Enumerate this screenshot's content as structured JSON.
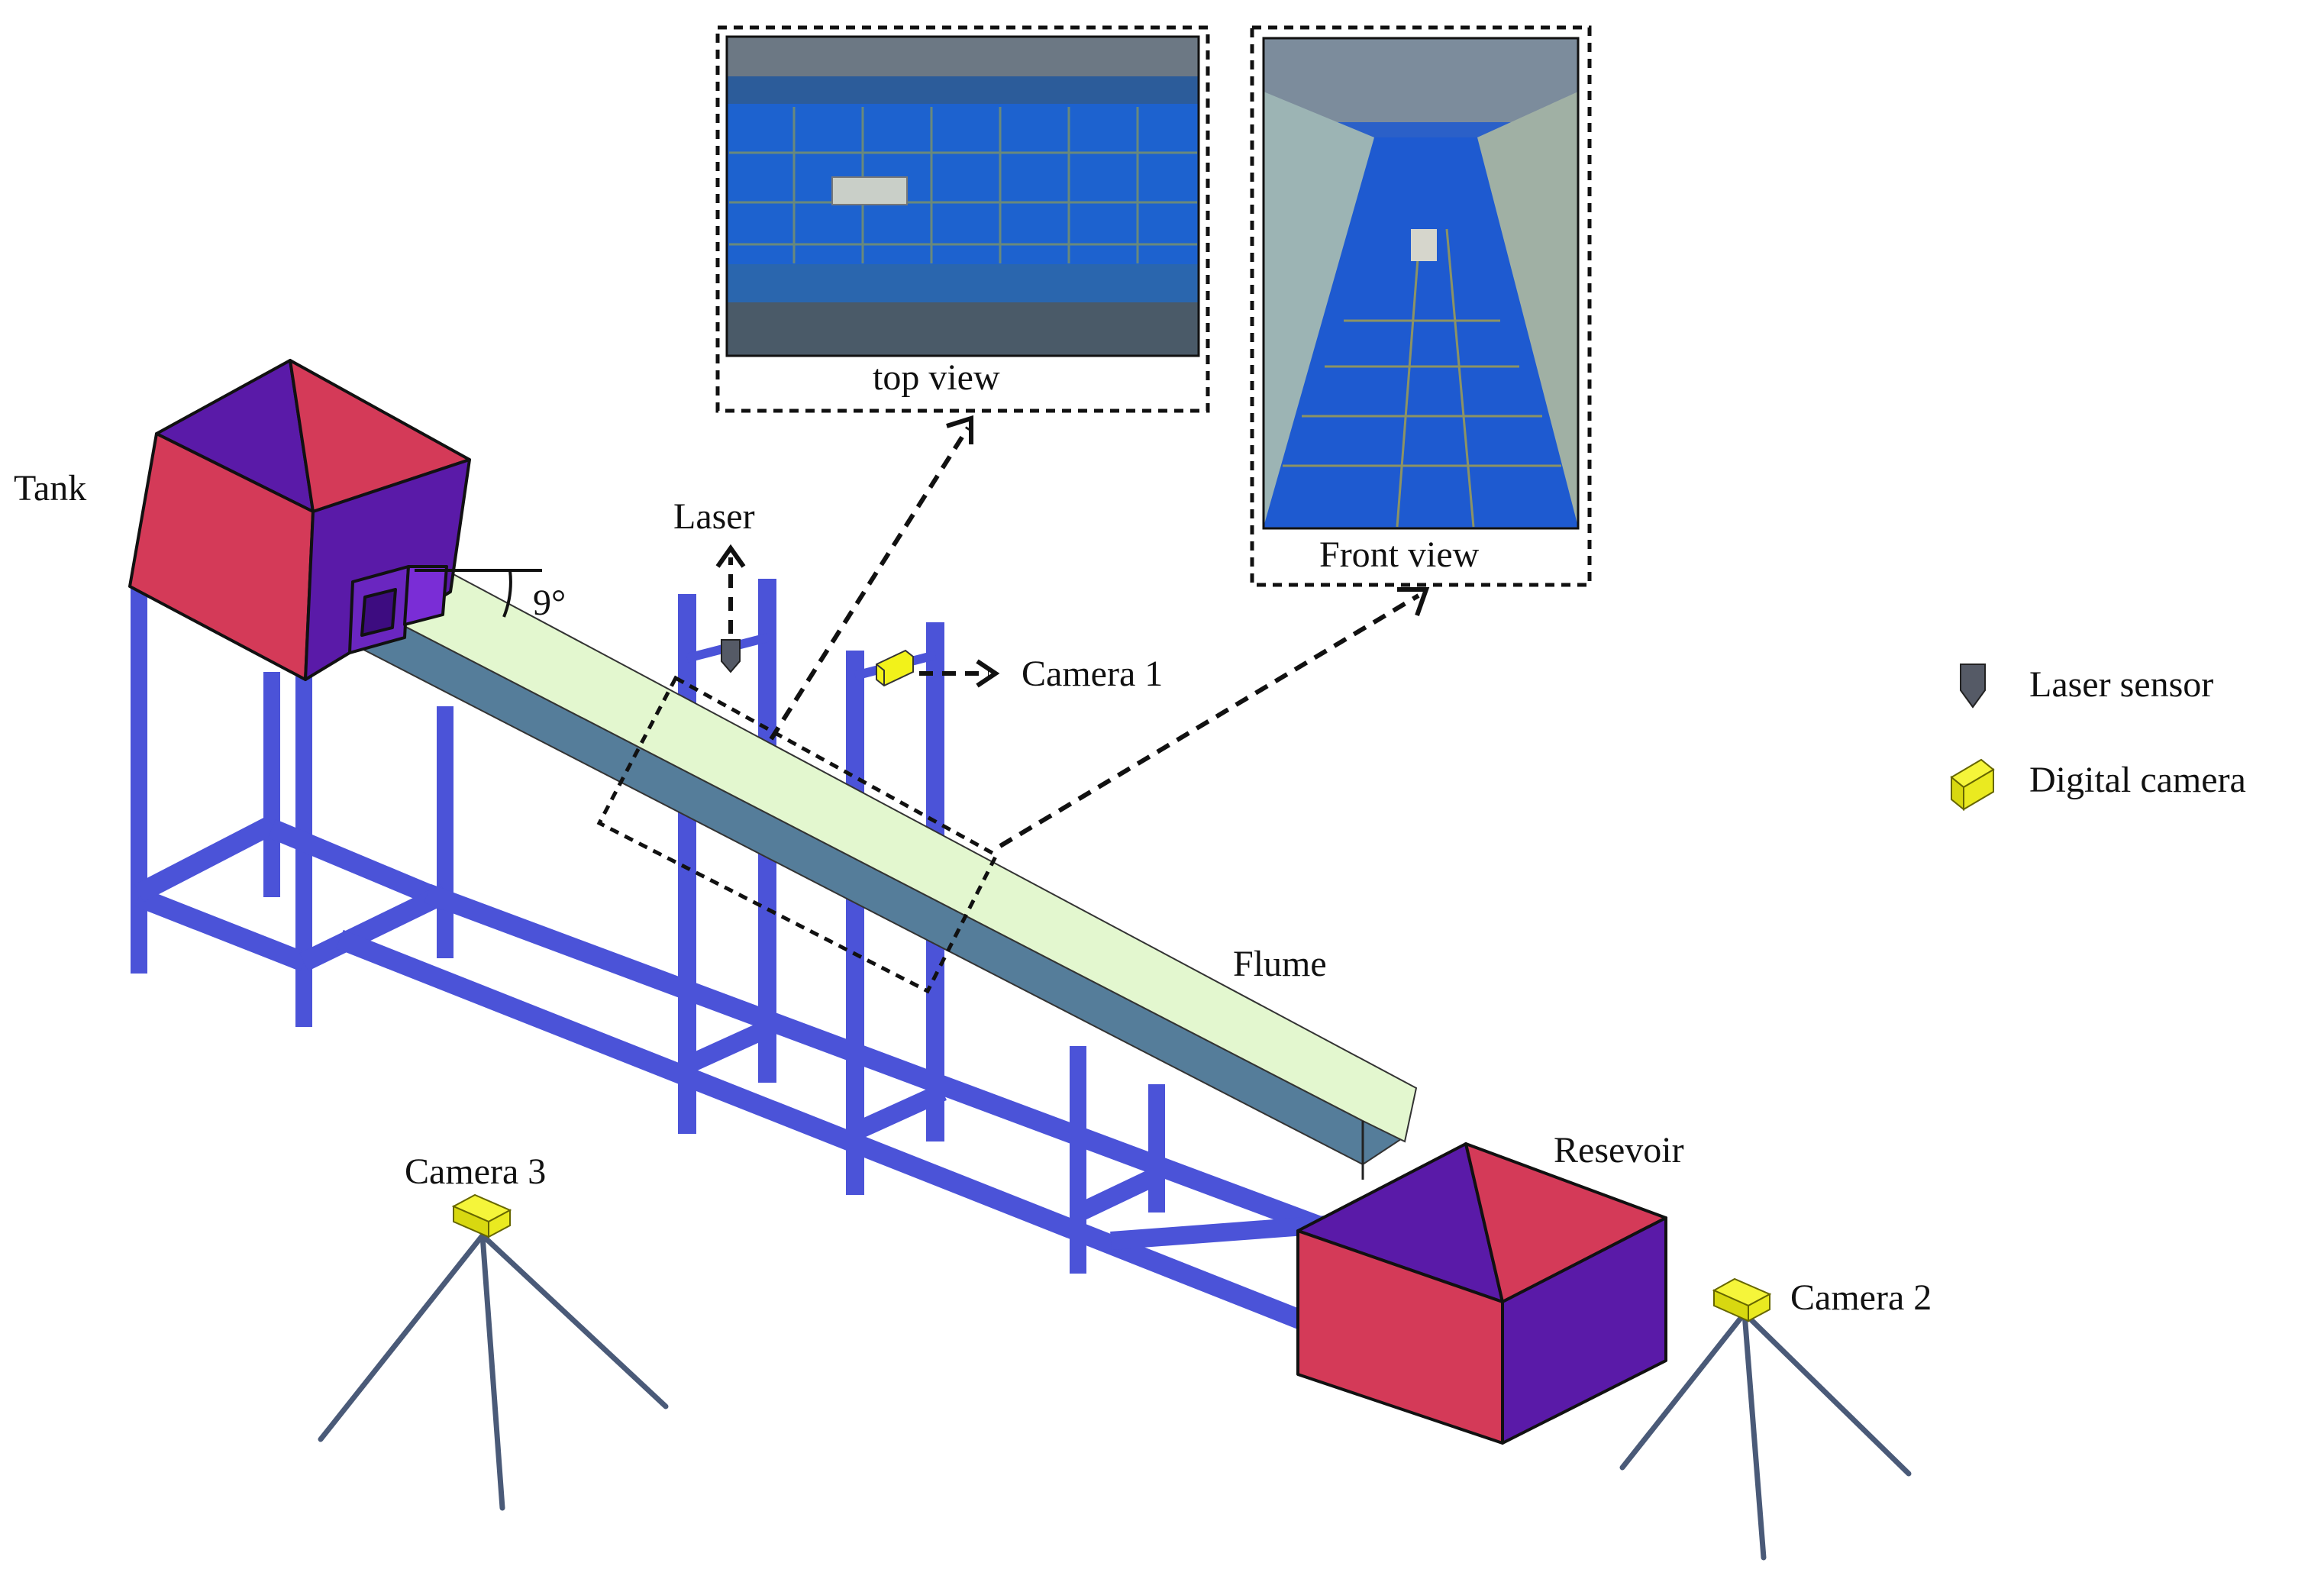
{
  "labels": {
    "tank": "Tank",
    "laser": "Laser",
    "angle": "9°",
    "camera1": "Camera 1",
    "camera2": "Camera 2",
    "camera3": "Camera 3",
    "flume": "Flume",
    "reservoir": "Resevoir",
    "top_view": "top view",
    "front_view": "Front view"
  },
  "legend": [
    {
      "icon": "laser-sensor-icon",
      "label": "Laser sensor"
    },
    {
      "icon": "digital-camera-icon",
      "label": "Digital camera"
    }
  ],
  "colors": {
    "frame_blue": "#4b53d8",
    "box_red": "#d43a58",
    "box_purple": "#5a1aa8",
    "flume_side": "#e3f7cf",
    "flume_bed": "#bde699",
    "flume_bottom": "#557d9a",
    "camera_yellow": "#f2f21a",
    "laser_gray": "#555a66",
    "tripod": "#4a5a78"
  }
}
